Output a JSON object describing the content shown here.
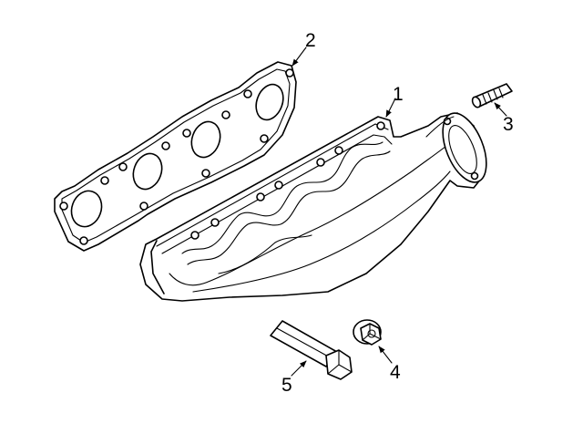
{
  "diagram": {
    "callouts": [
      {
        "id": "1",
        "text": "1"
      },
      {
        "id": "2",
        "text": "2"
      },
      {
        "id": "3",
        "text": "3"
      },
      {
        "id": "4",
        "text": "4"
      },
      {
        "id": "5",
        "text": "5"
      }
    ]
  }
}
